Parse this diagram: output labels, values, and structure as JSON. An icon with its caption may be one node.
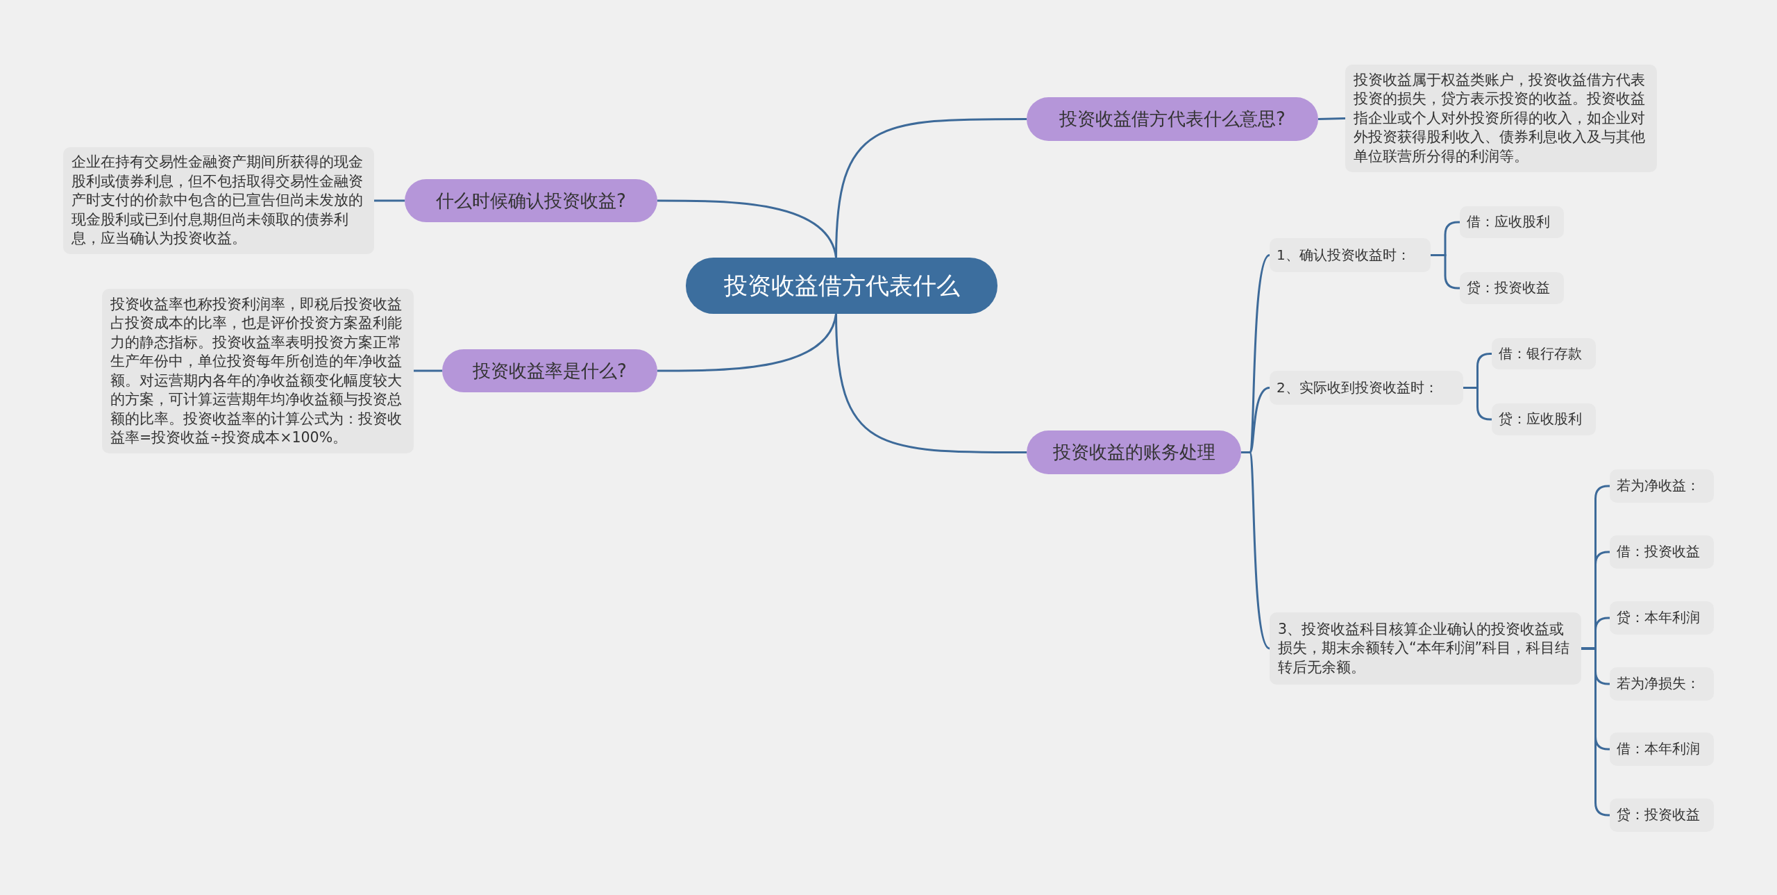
{
  "diagram": {
    "nodes": [
      {
        "text": [
          "投资收益借方代表什么"
        ]
      },
      {
        "text": [
          "投资收益借方代表什么意思?"
        ]
      },
      {
        "text": [
          "投资收益属于权益类账户，投资收益借方代表投资的损失，贷方表示投资的收益。投资收益指企业或个人对外投资所得的收入，如企业对外投资获得股利收入、债券利息收入及与其他单位联营所分得的利润等。"
        ]
      },
      {
        "text": [
          "什么时候确认投资收益?"
        ]
      },
      {
        "text": [
          "企业在持有交易性金融资产期间所获得的现金股利或债券利息，但不包括取得交易性金融资产时支付的价款中包含的已宣告但尚未发放的现金股利或已到付息期但尚未领取的债券利息，应当确认为投资收益。"
        ]
      },
      {
        "text": [
          "投资收益率是什么?"
        ]
      },
      {
        "text": [
          "投资收益率也称投资利润率，即税后投资收益占投资成本的比率，也是评价投资方案盈利能力的静态指标。投资收益率表明投资方案正常生产年份中，单位投资每年所创造的年净收益额。对运营期内各年的净收益额变化幅度较大的方案，可计算运营期年均净收益额与投资总额的比率。投资收益率的计算公式为：投资收益率=投资收益÷投资成本×100%。"
        ]
      },
      {
        "text": [
          "投资收益的账务处理"
        ]
      },
      {
        "text": [
          "1、确认投资收益时："
        ]
      },
      {
        "text": [
          "借：应收股利"
        ]
      },
      {
        "text": [
          "贷：投资收益"
        ]
      },
      {
        "text": [
          "2、实际收到投资收益时："
        ]
      },
      {
        "text": [
          "借：银行存款"
        ]
      },
      {
        "text": [
          "贷：应收股利"
        ]
      },
      {
        "text": [
          "3、投资收益科目核算企业确认的投资收益或损失，期末余额转入“本年利润”科目，科目结转后无余额。"
        ]
      },
      {
        "text": [
          "若为净收益："
        ]
      },
      {
        "text": [
          "借：投资收益"
        ]
      },
      {
        "text": [
          "贷：本年利润"
        ]
      },
      {
        "text": [
          "若为净损失："
        ]
      },
      {
        "text": [
          "借：本年利润"
        ]
      },
      {
        "text": [
          "贷：投资收益"
        ]
      }
    ],
    "edges": [
      {
        "from": 0,
        "to": 1,
        "arrow": "none"
      },
      {
        "from": 0,
        "to": 3,
        "arrow": "none"
      },
      {
        "from": 0,
        "to": 5,
        "arrow": "none"
      },
      {
        "from": 0,
        "to": 7,
        "arrow": "none"
      },
      {
        "from": 1,
        "to": 2,
        "arrow": "none"
      },
      {
        "from": 3,
        "to": 4,
        "arrow": "none"
      },
      {
        "from": 5,
        "to": 6,
        "arrow": "none"
      },
      {
        "from": 7,
        "to": 8,
        "arrow": "none"
      },
      {
        "from": 7,
        "to": 11,
        "arrow": "none"
      },
      {
        "from": 7,
        "to": 14,
        "arrow": "none"
      },
      {
        "from": 8,
        "to": 9,
        "arrow": "none"
      },
      {
        "from": 8,
        "to": 10,
        "arrow": "none"
      },
      {
        "from": 11,
        "to": 12,
        "arrow": "none"
      },
      {
        "from": 11,
        "to": 13,
        "arrow": "none"
      },
      {
        "from": 14,
        "to": 15,
        "arrow": "none"
      },
      {
        "from": 14,
        "to": 16,
        "arrow": "none"
      },
      {
        "from": 14,
        "to": 17,
        "arrow": "none"
      },
      {
        "from": 14,
        "to": 18,
        "arrow": "none"
      },
      {
        "from": 14,
        "to": 19,
        "arrow": "none"
      },
      {
        "from": 14,
        "to": 20,
        "arrow": "none"
      }
    ]
  }
}
